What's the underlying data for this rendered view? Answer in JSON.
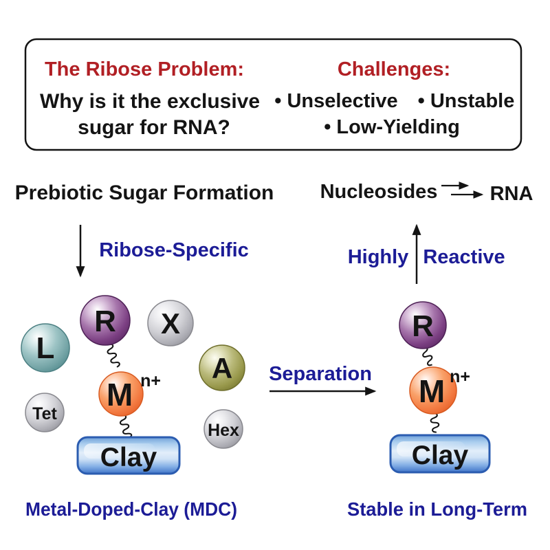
{
  "colors": {
    "heading_red": "#B11F24",
    "label_blue": "#1C1C96",
    "text_black": "#141414",
    "sphere_purple": "#7B3F82",
    "sphere_teal": "#74A4A6",
    "sphere_silver": "#C6C6CC",
    "sphere_olive": "#98984B",
    "sphere_orange": "#F37B42",
    "clay_blue": "#4276CA"
  },
  "problem_box": {
    "title": "The Ribose Problem:",
    "question_line1": "Why is it the exclusive",
    "question_line2": "sugar for RNA?",
    "challenges_title": "Challenges:",
    "challenge_1": "• Unselective",
    "challenge_2": "• Unstable",
    "challenge_3": "• Low-Yielding"
  },
  "left_pathway": {
    "heading": "Prebiotic Sugar Formation",
    "arrow_label": "Ribose-Specific",
    "caption": "Metal-Doped-Clay (MDC)"
  },
  "right_pathway": {
    "product": "Nucleosides",
    "final_product": "RNA",
    "arrow_label_left": "Highly",
    "arrow_label_right": "Reactive",
    "transfer_label": "Separation",
    "caption": "Stable in Long-Term"
  },
  "mdc_complex": {
    "ligand": "L",
    "ribose": "R",
    "other_sugar": "X",
    "aldose": "A",
    "tetrose": "Tet",
    "metal": "M",
    "metal_charge": "n+",
    "hexose": "Hex",
    "clay": "Clay"
  },
  "separated_complex": {
    "ribose": "R",
    "metal": "M",
    "metal_charge": "n+",
    "clay": "Clay"
  }
}
